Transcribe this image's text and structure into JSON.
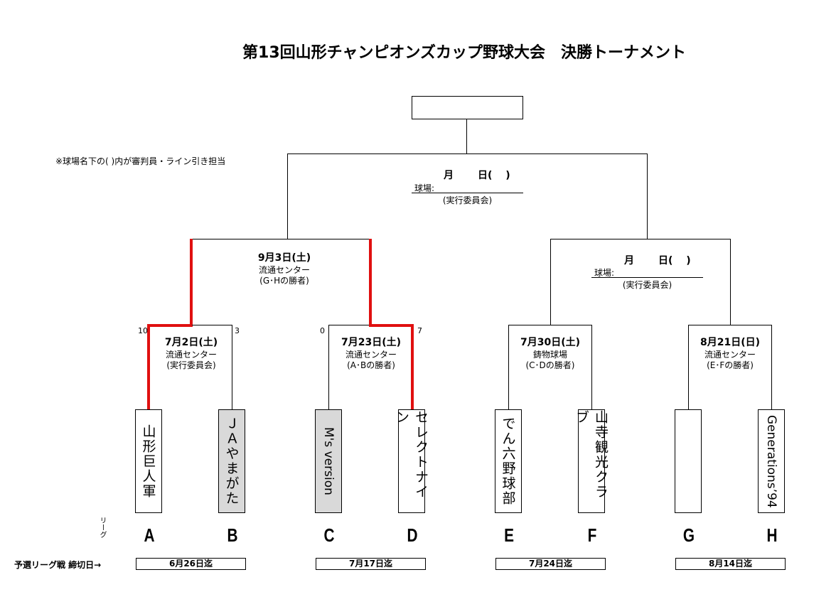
{
  "title": "第13回山形チャンピオンズカップ野球大会　決勝トーナメント",
  "note": "※球場名下の(  )内が審判員・ライン引き担当",
  "colors": {
    "winner_line": "#e01010",
    "line": "#000000",
    "seeded_fill": "#d9d9d9"
  },
  "final": {
    "date_month": "月",
    "date_day": "日(　 )",
    "venue_label": "球場:",
    "referee": "(実行委員会)",
    "champion": ""
  },
  "semifinals": [
    {
      "date": "9月3日(土)",
      "venue": "流通センター",
      "referee": "(G･Hの勝者)"
    },
    {
      "date_month": "月",
      "date_day": "日(　 )",
      "venue_label": "球場:",
      "referee": "(実行委員会)"
    }
  ],
  "quarterfinals": [
    {
      "date": "7月2日(土)",
      "venue": "流通センター",
      "referee": "(実行委員会)",
      "score_left": "10",
      "score_right": "3"
    },
    {
      "date": "7月23日(土)",
      "venue": "流通センター",
      "referee": "(A･Bの勝者)",
      "score_left": "0",
      "score_right": "7"
    },
    {
      "date": "7月30日(土)",
      "venue": "鋳物球場",
      "referee": "(C･Dの勝者)"
    },
    {
      "date": "8月21日(日)",
      "venue": "流通センター",
      "referee": "(E･Fの勝者)"
    }
  ],
  "teams": [
    {
      "league": "A",
      "name": "山形巨人軍",
      "seeded": false
    },
    {
      "league": "B",
      "name": "ＪＡやまがた",
      "seeded": true
    },
    {
      "league": "C",
      "name": "M's version",
      "seeded": true
    },
    {
      "league": "D",
      "name": "セレクトナイン",
      "seeded": false
    },
    {
      "league": "E",
      "name": "でん六野球部",
      "seeded": false
    },
    {
      "league": "F",
      "name": "山寺観光クラブ",
      "seeded": false
    },
    {
      "league": "G",
      "name": "",
      "seeded": false
    },
    {
      "league": "H",
      "name": "Generations’94",
      "seeded": false
    }
  ],
  "league_label": "リーグ",
  "deadline_label": "予選リーグ戦 締切日→",
  "deadlines": [
    "6月26日迄",
    "7月17日迄",
    "7月24日迄",
    "8月14日迄"
  ]
}
